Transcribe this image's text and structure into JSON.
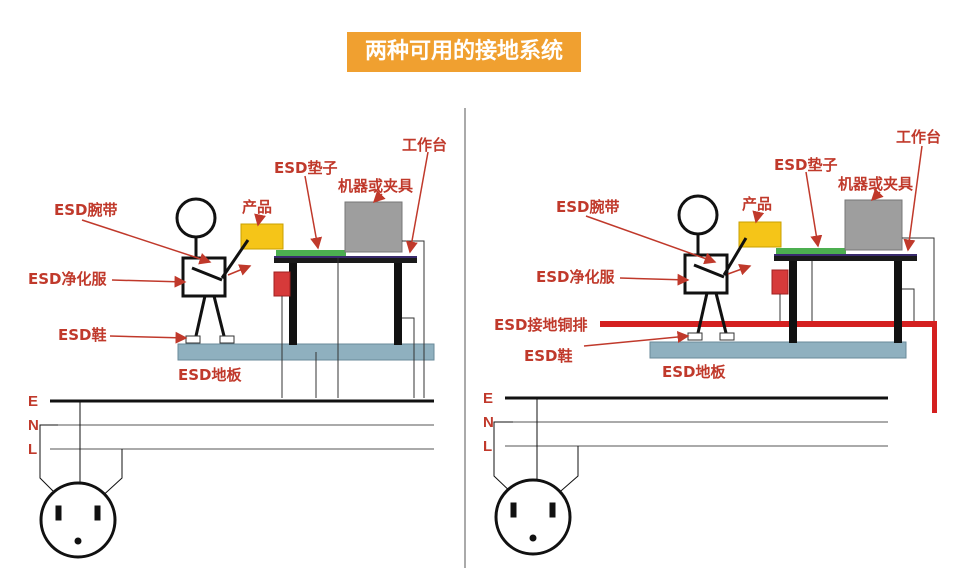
{
  "title": "两种可用的接地系统",
  "labels": {
    "workbench": "工作台",
    "esd_mat": "ESD垫子",
    "machine": "机器或夹具",
    "product": "产品",
    "wrist_strap": "ESD腕带",
    "esd_garment": "ESD净化服",
    "esd_shoes": "ESD鞋",
    "esd_floor": "ESD地板",
    "ground_bar": "ESD接地铜排"
  },
  "wires": {
    "e": "E",
    "n": "N",
    "l": "L"
  },
  "colors": {
    "title_bg": "#f0a030",
    "label": "#c0392b",
    "mat": "#4caf50",
    "product": "#f5c518",
    "machine": "#9e9e9e",
    "floor": "#8fb0bf",
    "ground_bar": "#d42020",
    "ionizer": "#d63a3a"
  }
}
